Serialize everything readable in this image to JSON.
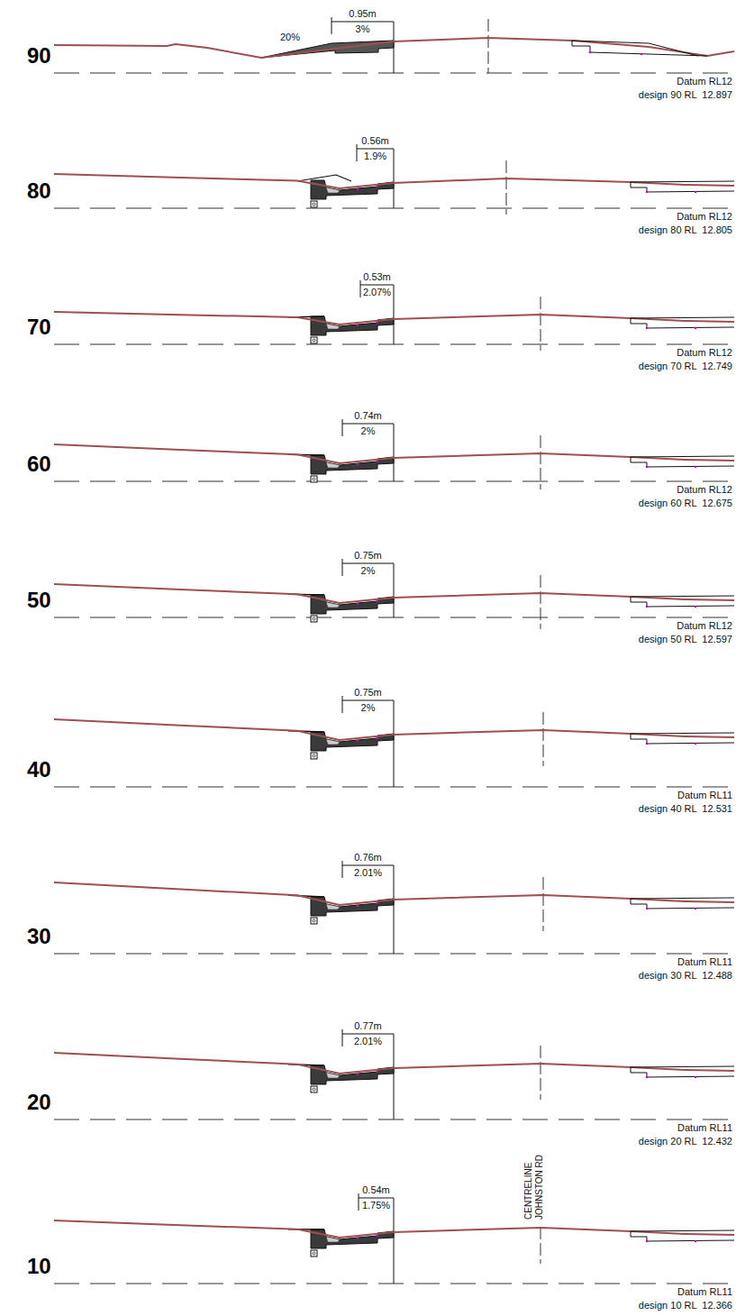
{
  "diagram": {
    "labels": [
      "0.95m",
      "3%",
      "20%",
      "90",
      "Datum RL12",
      "design 90 RL  12.897",
      "0.56m",
      "1.9%",
      "80",
      "Datum RL12",
      "design 80 RL  12.805",
      "0.53m",
      "2.07%",
      "70",
      "Datum RL12",
      "design 70 RL  12.749",
      "0.74m",
      "2%",
      "60",
      "Datum RL12",
      "design 60 RL  12.675",
      "0.75m",
      "2%",
      "50",
      "Datum RL12",
      "design 50 RL  12.597",
      "0.75m",
      "2%",
      "40",
      "Datum RL11",
      "design 40 RL  12.531",
      "0.76m",
      "2.01%",
      "30",
      "Datum RL11",
      "design 30 RL  12.488",
      "0.77m",
      "2.01%",
      "20",
      "Datum RL11",
      "design 20 RL  12.432",
      "CENTRELINE JOHNSTON RD",
      "0.54m",
      "1.75%",
      "10",
      "Datum RL11",
      "design 10 RL  12.366"
    ]
  }
}
